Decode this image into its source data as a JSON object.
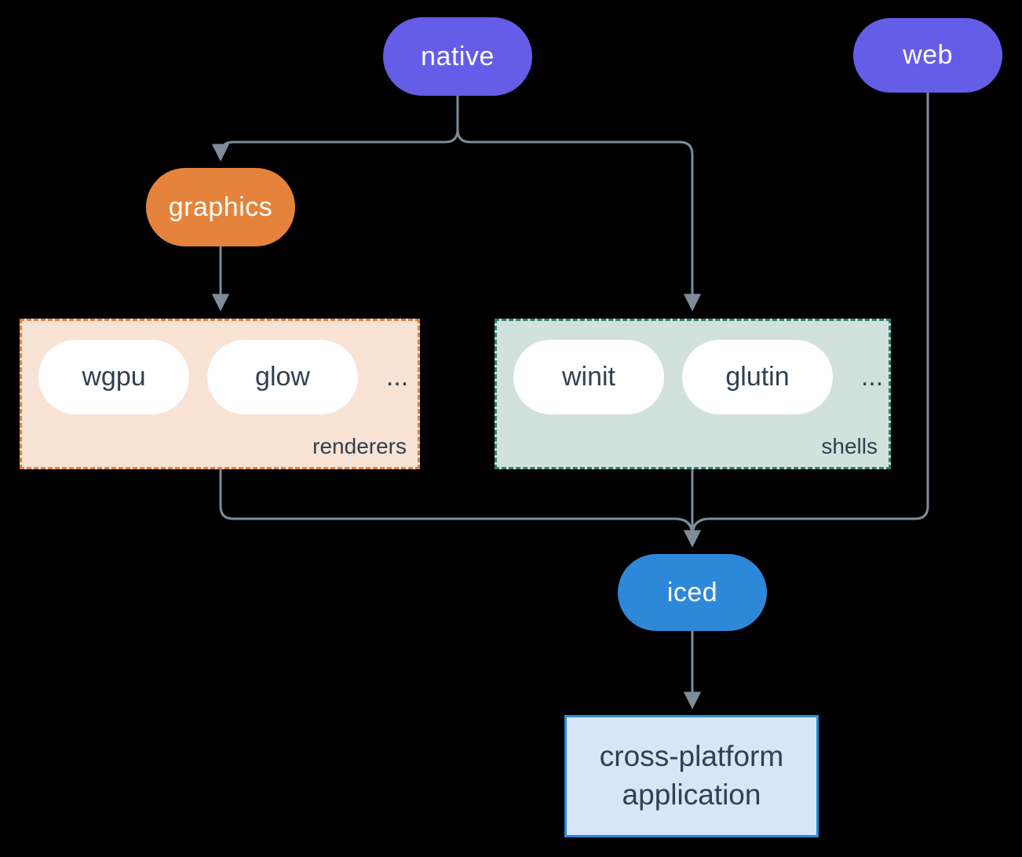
{
  "diagram": {
    "nodes": {
      "native": {
        "label": "native"
      },
      "web": {
        "label": "web"
      },
      "graphics": {
        "label": "graphics"
      },
      "iced": {
        "label": "iced"
      },
      "application": {
        "line1": "cross-platform",
        "line2": "application"
      }
    },
    "groups": {
      "renderers": {
        "label": "renderers",
        "items": [
          {
            "label": "wgpu"
          },
          {
            "label": "glow"
          }
        ],
        "more": "..."
      },
      "shells": {
        "label": "shells",
        "items": [
          {
            "label": "winit"
          },
          {
            "label": "glutin"
          }
        ],
        "more": "..."
      }
    },
    "edges": [
      {
        "from": "native",
        "to": "graphics"
      },
      {
        "from": "native",
        "to": "shells"
      },
      {
        "from": "graphics",
        "to": "renderers"
      },
      {
        "from": "renderers",
        "to": "iced"
      },
      {
        "from": "shells",
        "to": "iced"
      },
      {
        "from": "web",
        "to": "iced"
      },
      {
        "from": "iced",
        "to": "application"
      }
    ]
  },
  "colors": {
    "background": "#000000",
    "purple": "#655ce8",
    "orange": "#e5833c",
    "blue": "#2e88d9",
    "renderers_fill": "#f9e3d5",
    "renderers_border": "#e0813b",
    "shells_fill": "#d1e2dc",
    "shells_border": "#2e7d6e",
    "app_fill": "#d5e6f8",
    "app_border": "#2e88d9",
    "connector": "#7e8c99",
    "pill_text_light": "#ffffff",
    "text_dark": "#31404f",
    "white_pill_fill": "#ffffff"
  }
}
